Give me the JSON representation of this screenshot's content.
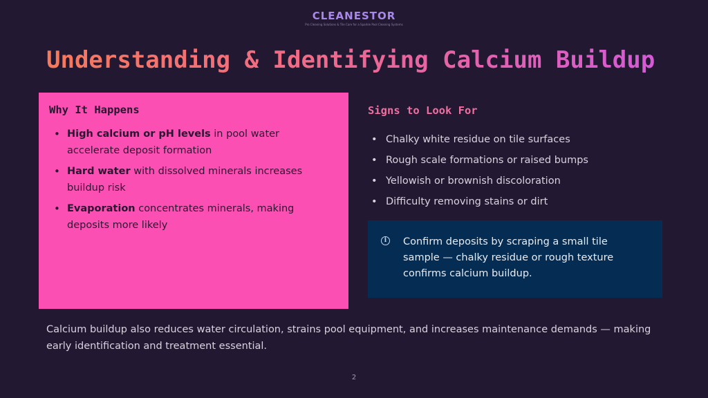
{
  "logo": {
    "name": "CLEANESTOR",
    "tagline": "Pro Cleaning Solutions & Tile Care for a Sparkle Pool Cleaning Systems"
  },
  "title": "Understanding & Identifying Calcium Buildup",
  "left_card": {
    "heading": "Why It Happens",
    "items": [
      {
        "bold": "High calcium or pH levels",
        "text": " in pool water accelerate deposit formation"
      },
      {
        "bold": "Hard water",
        "text": " with dissolved minerals increases buildup risk"
      },
      {
        "bold": "Evaporation",
        "text": " concentrates minerals, making deposits more likely"
      }
    ]
  },
  "signs": {
    "heading": "Signs to Look For",
    "items": [
      "Chalky white residue on tile surfaces",
      "Rough scale formations or raised bumps",
      "Yellowish or brownish discoloration",
      "Difficulty removing stains or dirt"
    ]
  },
  "callout": {
    "icon": "info-icon",
    "text": "Confirm deposits by scraping a small tile sample — chalky residue or rough texture confirms calcium buildup."
  },
  "footer_text": "Calcium buildup also reduces water circulation, strains pool equipment, and increases maintenance demands — making early identification and treatment essential.",
  "page_number": "2",
  "colors": {
    "background": "#231831",
    "card": "#fb4fb3",
    "callout": "#052c52",
    "accent": "#f26da0"
  }
}
